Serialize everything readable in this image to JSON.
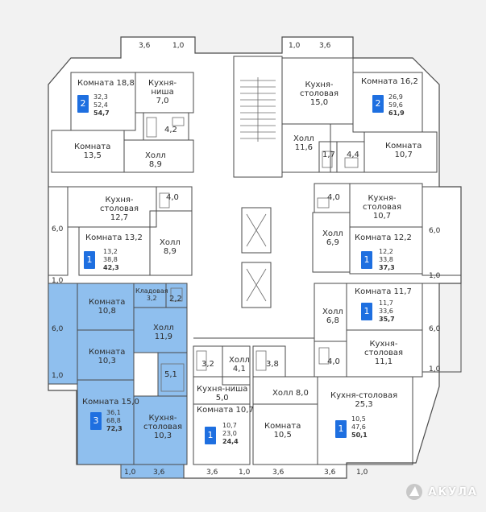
{
  "colors": {
    "wall": "#ffffff",
    "stroke": "#4a4a4a",
    "selected": "#8fbfee",
    "badge": "#1e6fe0",
    "background": "#f2f2f2"
  },
  "brand": "АКУЛА",
  "apartments": [
    {
      "id": "apt-top-left",
      "rooms": [
        {
          "name": "Комната 18,8"
        },
        {
          "name": "Кухня-\nниша\n7,0"
        },
        {
          "name": "4,2"
        },
        {
          "name": "Комната\n13,5"
        },
        {
          "name": "Холл\n8,9"
        }
      ],
      "badge": "2",
      "stats": [
        "32,3",
        "52,4",
        "54,7"
      ]
    },
    {
      "id": "apt-top-right",
      "rooms": [
        {
          "name": "Кухня-\nстоловая\n15,0"
        },
        {
          "name": "Комната 16,2"
        },
        {
          "name": "Холл\n11,6"
        },
        {
          "name": "1,7"
        },
        {
          "name": "4,4"
        },
        {
          "name": "Комната\n10,7"
        }
      ],
      "badge": "2",
      "stats": [
        "26,9",
        "59,6",
        "61,9"
      ]
    },
    {
      "id": "apt-left-mid",
      "rooms": [
        {
          "name": "Кухня-\nстоловая\n12,7"
        },
        {
          "name": "4,0"
        },
        {
          "name": "Комната 13,2"
        },
        {
          "name": "Холл\n8,9"
        }
      ],
      "badge": "1",
      "stats": [
        "13,2",
        "38,8",
        "42,3"
      ]
    },
    {
      "id": "apt-right-mid",
      "rooms": [
        {
          "name": "4,0"
        },
        {
          "name": "Кухня-\nстоловая\n10,7"
        },
        {
          "name": "Холл\n6,9"
        },
        {
          "name": "Комната 12,2"
        }
      ],
      "badge": "1",
      "stats": [
        "12,2",
        "33,8",
        "37,3"
      ]
    },
    {
      "id": "apt-right-low",
      "rooms": [
        {
          "name": "Комната 11,7"
        },
        {
          "name": "Холл\n6,8"
        },
        {
          "name": "4,0"
        },
        {
          "name": "Кухня-\nстоловая\n11,1"
        }
      ],
      "badge": "1",
      "stats": [
        "11,7",
        "33,6",
        "35,7"
      ]
    },
    {
      "id": "apt-selected",
      "rooms": [
        {
          "name": "Комната\n10,8"
        },
        {
          "name": "Кладовая\n3,2"
        },
        {
          "name": "2,2"
        },
        {
          "name": "Холл\n11,9"
        },
        {
          "name": "Комната\n10,3"
        },
        {
          "name": "5,1"
        },
        {
          "name": "Комната 15,0"
        },
        {
          "name": "Кухня-\nстоловая\n10,3"
        }
      ],
      "badge": "3",
      "stats": [
        "36,1",
        "68,8",
        "72,3"
      ]
    },
    {
      "id": "apt-bottom-center",
      "rooms": [
        {
          "name": "3,2"
        },
        {
          "name": "Холл\n4,1"
        },
        {
          "name": "Кухня-ниша\n5,0"
        },
        {
          "name": "Комната 10,7"
        }
      ],
      "badge": "1",
      "stats": [
        "10,7",
        "23,0",
        "24,4"
      ]
    },
    {
      "id": "apt-bottom-right",
      "rooms": [
        {
          "name": "3,8"
        },
        {
          "name": "Холл 8,0"
        },
        {
          "name": "Кухня-столовая\n25,3"
        },
        {
          "name": "Комната\n10,5"
        }
      ],
      "badge": "1",
      "stats": [
        "10,5",
        "47,6",
        "50,1"
      ]
    }
  ],
  "balconies": [
    "3,6",
    "1,0",
    "1,0",
    "3,6",
    "6,0",
    "1,0",
    "6,0",
    "1,0",
    "6,0",
    "1,0",
    "6,0",
    "1,0",
    "1,0",
    "3,6",
    "3,6",
    "1,0",
    "3,6",
    "3,6",
    "1,0"
  ]
}
